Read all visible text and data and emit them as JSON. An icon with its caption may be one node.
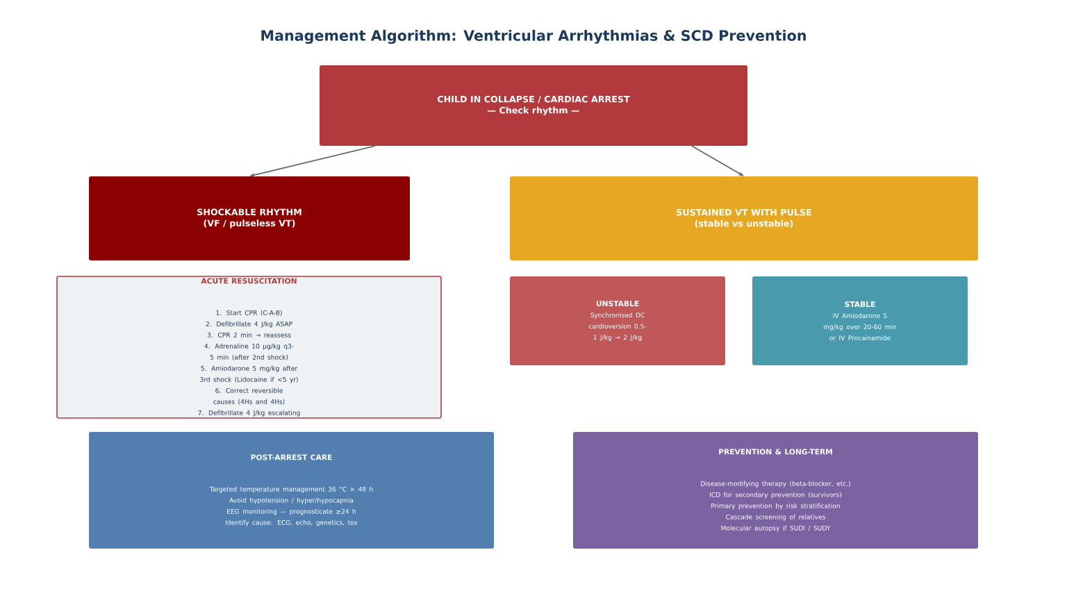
{
  "diagram": {
    "title": "Management Algorithm: Ventricular Arrhythmias & SCD Prevention",
    "nodes": [
      {
        "text": [
          "CHILD IN COLLAPSE / CARDIAC ARREST",
          "— Check rhythm —"
        ]
      },
      {
        "text": [
          "SHOCKABLE RHYTHM",
          "(VF / pulseless VT)"
        ]
      },
      {
        "text": [
          "SUSTAINED VT WITH PULSE",
          "(stable vs unstable)"
        ]
      },
      {
        "text": [
          "ACUTE RESUSCITATION",
          "1. Start CPR (C-A-B)",
          "2. Defibrillate 4 J/kg ASAP",
          "3. CPR 2 min → reassess",
          "4. Adrenaline 10 µg/kg q3-5 min (after 2nd shock)",
          "5. Amiodarone 5 mg/kg after 3rd shock (Lidocaine if <5 yr)",
          "6. Correct reversible causes (4Hs and 4Hs)",
          "7. Defibrillate 4 J/kg escalating"
        ]
      },
      {
        "text": [
          "UNSTABLE",
          "Synchronised DC cardioversion 0.5-1 J/kg → 2 J/kg"
        ]
      },
      {
        "text": [
          "STABLE",
          "IV Amiodarone 5 mg/kg over 20-60 min or IV Procainamide"
        ]
      },
      {
        "text": [
          "POST-ARREST CARE",
          "Targeted temperature management 36 °C × 48 h",
          "Avoid hypotension / hyper/hypocapnia",
          "EEG monitoring — prognosticate ≥24 h",
          "Identify cause: ECG, echo, genetics, tox"
        ]
      },
      {
        "text": [
          "PREVENTION & LONG-TERM",
          "Disease-modifying therapy (beta-blocker, etc.)",
          "ICD for secondary prevention (survivors)",
          "Primary prevention by risk stratification",
          "Cascade screening of relatives",
          "Molecular autopsy if SUDI / SUDY"
        ]
      }
    ],
    "edges": [
      {
        "from": 0,
        "to": 1,
        "arrow": "to"
      },
      {
        "from": 0,
        "to": 2,
        "arrow": "to"
      }
    ]
  }
}
